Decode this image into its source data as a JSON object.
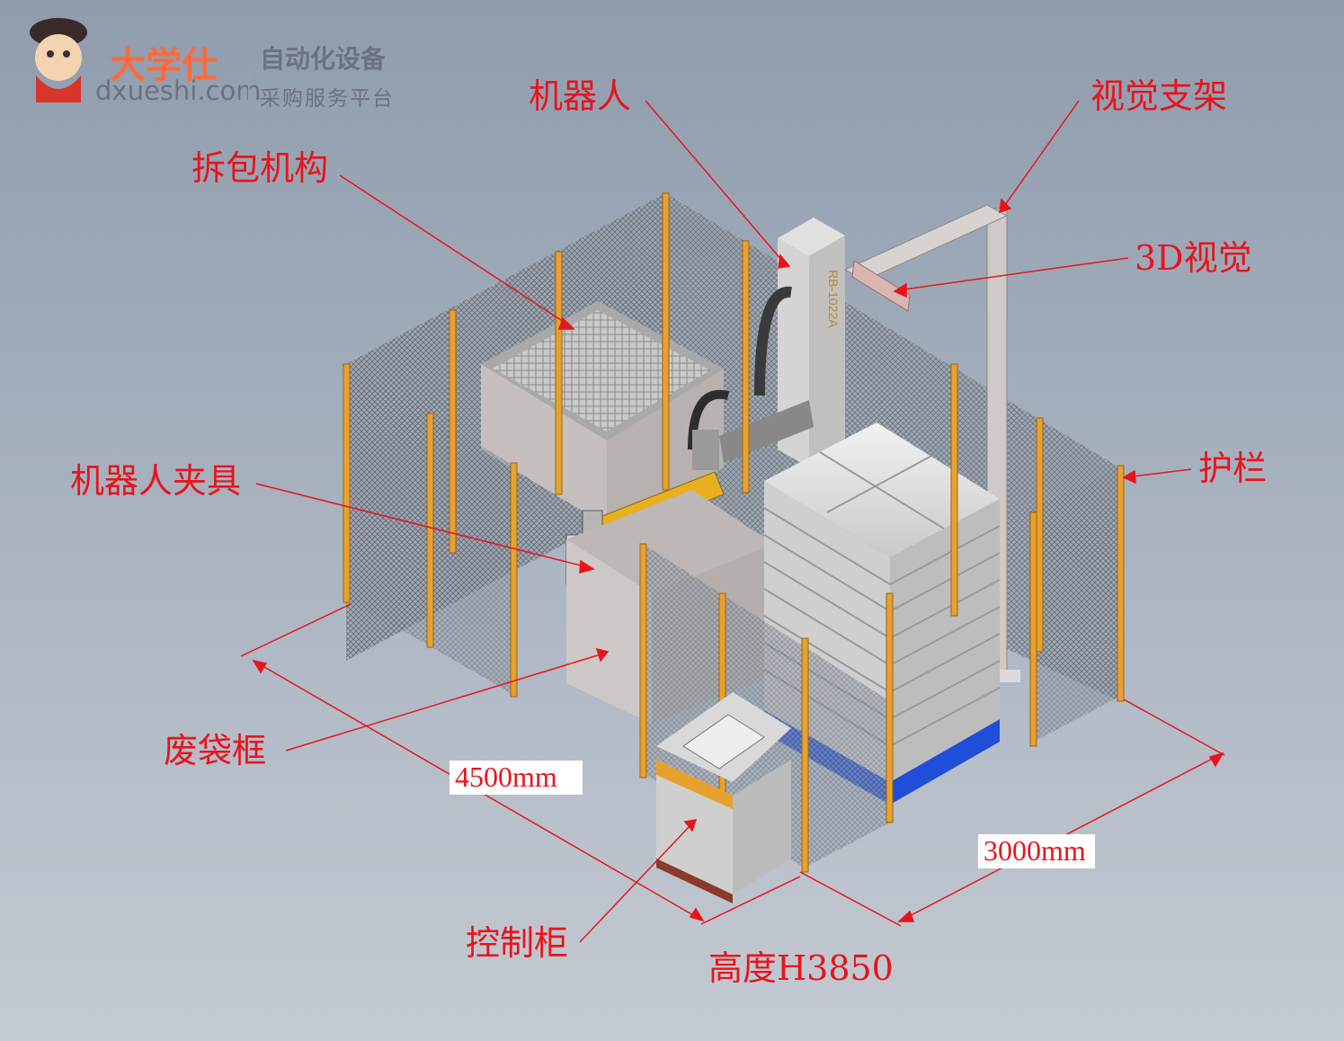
{
  "logo": {
    "brand": "大学仕",
    "url": "dxueshi.com",
    "tagline_1": "自动化设备",
    "tagline_2": "采购服务平台",
    "brand_color": "#ff6a3d"
  },
  "labels": {
    "robot": "机器人",
    "vision_stand": "视觉支架",
    "unpacking": "拆包机构",
    "vision_3d": "3D视觉",
    "gripper": "机器人夹具",
    "guardrail": "护栏",
    "waste_bin": "废袋框",
    "control_cabinet": "控制柜",
    "height": "高度H3850"
  },
  "dimensions": {
    "length": "4500mm",
    "width": "3000mm"
  },
  "robot_model_text": "RB-1022A",
  "colors": {
    "callout": "#e8141c",
    "fence_post": "#e8a12e",
    "pallet": "#1f4fd8",
    "arm": "#e8b020"
  }
}
